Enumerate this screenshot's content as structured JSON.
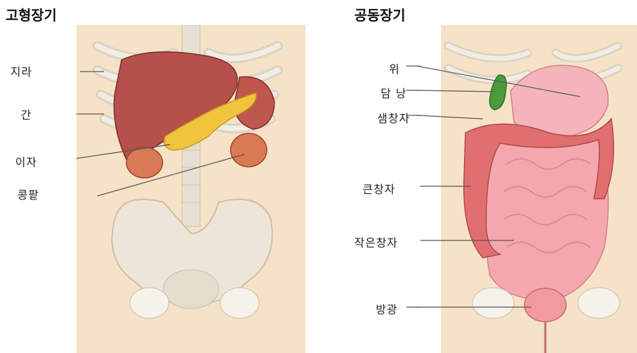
{
  "solid_organs": {
    "title": "고형장기",
    "labels": [
      "지라",
      "간",
      "이자",
      "콩팥"
    ]
  },
  "hollow_organs": {
    "title": "공동장기",
    "labels": [
      "위",
      "담 낭",
      "샘창자",
      "큰창자",
      "작은창자",
      "방광"
    ]
  },
  "colors": {
    "skin": "#f6e2c6",
    "bone": "#ece7dc",
    "liver": "#b5504a",
    "spleen": "#c0574c",
    "pancreas": "#f0c43c",
    "kidney": "#d97a55",
    "intestine": "#f2a8ae",
    "large_intestine": "#e26f70",
    "stomach": "#f4b5ba",
    "gallbladder": "#4d9a3a"
  }
}
